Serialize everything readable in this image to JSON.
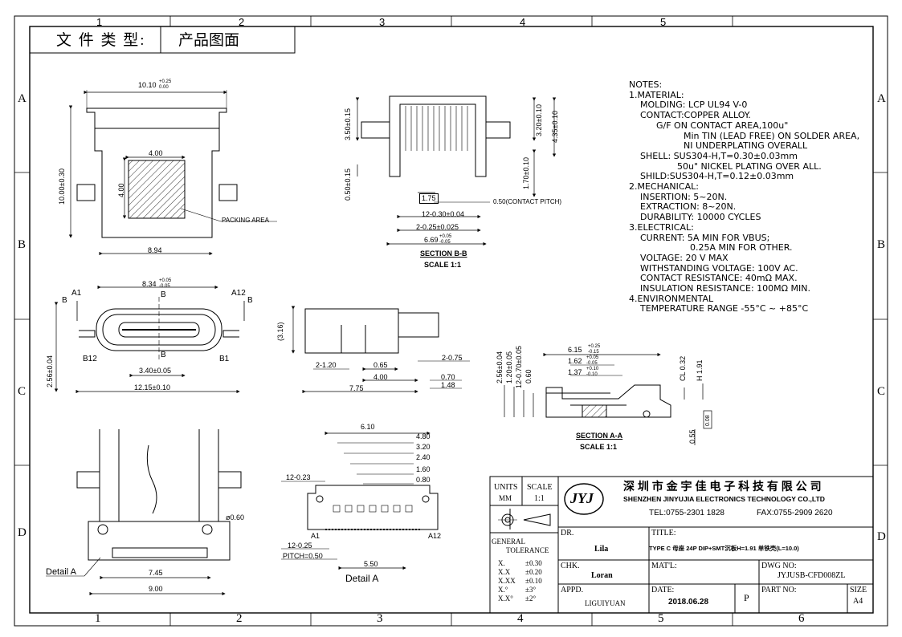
{
  "header": {
    "doc_type_label": "文 件 类 型:",
    "doc_type_value": "产品图面"
  },
  "grid": {
    "cols": [
      "1",
      "2",
      "3",
      "4",
      "5",
      "6"
    ],
    "rows": [
      "A",
      "B",
      "C",
      "D"
    ]
  },
  "notes": [
    "NOTES:",
    "1.MATERIAL:",
    "   MOLDING: LCP UL94 V-0",
    "   CONTACT:COPPER ALLOY.",
    "        G/F ON CONTACT AREA,100u\"",
    "              Min TIN (LEAD FREE) ON SOLDER AREA,",
    "              NI UNDERPLATING OVERALL",
    "   SHELL: SUS304-H,T=0.30±0.03mm",
    "           50u\" NICKEL PLATING OVER ALL.",
    "   SHILD:SUS304-H,T=0.12±0.03mm",
    "2.MECHANICAL:",
    "   INSERTION: 5~20N.",
    "   EXTRACTION: 8~20N.",
    "   DURABILITY: 10000 CYCLES",
    "3.ELECTRICAL:",
    "   CURRENT: 5A MIN FOR VBUS;",
    "             0.25A MIN FOR OTHER.",
    "   VOLTAGE: 20 V MAX",
    "   WITHSTANDING VOLTAGE: 100V AC.",
    "   CONTACT RESISTANCE: 40mΩ MAX.",
    "   INSULATION RESISTANCE: 100MΩ MIN.",
    "4.ENVIRONMENTAL",
    "   TEMPERATURE RANGE -55°C ~ +85°C"
  ],
  "views": {
    "top": {
      "dim_width": "10.10",
      "dim_width_tol_up": "+0.25",
      "dim_width_tol_dn": "0.00",
      "dim_height": "10.00±0.30",
      "pack_w": "4.00",
      "pack_h": "4.00",
      "packing_label": "PACKING AREA",
      "dim_bottom": "8.94"
    },
    "front": {
      "dim_top": "8.34",
      "dim_top_tol_up": "+0.05",
      "dim_top_tol_dn": "-0.05",
      "label_a1": "A1",
      "label_a12": "A12",
      "label_b12": "B12",
      "label_b1": "B1",
      "label_b": "B",
      "dim_height": "2.56±0.04",
      "dim_inner": "3.40±0.05",
      "dim_bottom": "12.15±0.10"
    },
    "bottom": {
      "dim_phi": "ø0.60",
      "dim_745": "7.45",
      "dim_900": "9.00",
      "detail_label": "Detail  A"
    },
    "section_bb": {
      "dim_350": "3.50±0.15",
      "dim_050": "0.50±0.15",
      "dim_320": "3.20±0.10",
      "dim_435": "4.35±0.10",
      "dim_170": "1.70±0.10",
      "dim_175": "1.75",
      "contact_pitch": "0.50(CONTACT PITCH)",
      "dim_12": "12-0.30±0.04",
      "dim_2": "2-0.25±0.025",
      "dim_669": "6.69",
      "dim_669_tol_up": "+0.05",
      "dim_669_tol_dn": "-0.05",
      "title": "SECTION B-B",
      "scale": "SCALE 1:1"
    },
    "side": {
      "dim_316": "(3.16)",
      "dim_120": "2-1.20",
      "dim_065": "0.65",
      "dim_400": "4.00",
      "dim_775": "7.75",
      "dim_275": "2-0.75",
      "dim_070": "0.70",
      "dim_148": "1.48"
    },
    "detail_a": {
      "dim_610": "6.10",
      "dim_480": "4.80",
      "dim_320": "3.20",
      "dim_240": "2.40",
      "dim_160": "1.60",
      "dim_080": "0.80",
      "dim_1223": "12-0.23",
      "dim_1225": "12-0.25",
      "pitch": "PITCH=0.50",
      "dim_550": "5.50",
      "label_a1": "A1",
      "label_a12": "A12",
      "title": "Detail  A"
    },
    "section_aa": {
      "dim_615": "6.15",
      "dim_615_tol_up": "+0.25",
      "dim_615_tol_dn": "-0.15",
      "dim_162": "1.62",
      "dim_162_tol_up": "+0.05",
      "dim_162_tol_dn": "-0.05",
      "dim_137": "1.37",
      "dim_137_tol_up": "+0.10",
      "dim_137_tol_dn": "-0.10",
      "dim_256": "2.56±0.04",
      "dim_120": "1.20±0.05",
      "dim_12070": "12-0.70±0.05",
      "dim_060": "0.60",
      "dim_cl": "CL 0.32",
      "dim_h": "H 1.91",
      "dim_008": "0.08",
      "dim_055": "0.55",
      "title": "SECTION A-A",
      "scale": "SCALE 1:1"
    }
  },
  "title_block": {
    "units_label": "UNITS",
    "units_value": "MM",
    "scale_label": "SCALE",
    "scale_value": "1:1",
    "logo_text": "JYJ",
    "company_cn": "深 圳 市 金 宇 佳 电 子 科 技 有 限 公 司",
    "company_en": "SHENZHEN JINYUJIA ELECTRONICS TECHNOLOGY CO.,LTD",
    "tel": "TEL:0755-2301 1828",
    "fax": "FAX:0755-2909 2620",
    "tolerance_title_1": "GENERAL",
    "tolerance_title_2": "TOLERANCE",
    "tolerances": [
      {
        "k": "X.",
        "v": "±0.30"
      },
      {
        "k": "X.X",
        "v": "±0.20"
      },
      {
        "k": "X.XX",
        "v": "±0.10"
      },
      {
        "k": "X.°",
        "v": "±3°"
      },
      {
        "k": "X.X°",
        "v": "±2°"
      }
    ],
    "dr_label": "DR.",
    "dr_value": "Lila",
    "chk_label": "CHK.",
    "chk_value": "Loran",
    "appd_label": "APPD.",
    "appd_value": "LIGUIYUAN",
    "title_label": "TITLE:",
    "title_value": "TYPE C 母座 24P DIP+SMT沉板H=1.91 单铁壳(L=10.0)",
    "matl_label": "MAT'L:",
    "dwg_label": "DWG NO:",
    "dwg_value": "JYJUSB-CFD008ZL",
    "date_label": "DATE:",
    "date_value": "2018.06.28",
    "rev_value": "P",
    "part_label": "PART NO:",
    "size_label": "SIZE",
    "size_value": "A4"
  }
}
